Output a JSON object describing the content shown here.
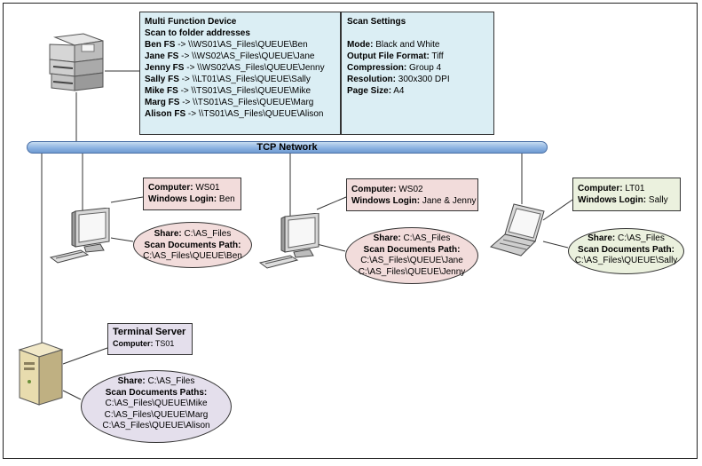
{
  "mfd": {
    "title": "Multi Function Device",
    "subtitle": "Scan to folder addresses",
    "addresses": [
      {
        "label": "Ben FS",
        "path": " -> \\\\WS01\\AS_Files\\QUEUE\\Ben"
      },
      {
        "label": "Jane FS",
        "path": " -> \\\\WS02\\AS_Files\\QUEUE\\Jane"
      },
      {
        "label": "Jenny FS",
        "path": " -> \\\\WS02\\AS_Files\\QUEUE\\Jenny"
      },
      {
        "label": "Sally FS",
        "path": " -> \\\\LT01\\AS_Files\\QUEUE\\Sally"
      },
      {
        "label": "Mike FS",
        "path": " -> \\\\TS01\\AS_Files\\QUEUE\\Mike"
      },
      {
        "label": "Marg FS",
        "path": " -> \\\\TS01\\AS_Files\\QUEUE\\Marg"
      },
      {
        "label": "Alison FS",
        "path": " -> \\\\TS01\\AS_Files\\QUEUE\\Alison"
      }
    ]
  },
  "scan_settings": {
    "title": "Scan Settings",
    "items": [
      {
        "label": "Mode:",
        "value": " Black and White"
      },
      {
        "label": "Output File Format:",
        "value": " Tiff"
      },
      {
        "label": "Compression:",
        "value": " Group 4"
      },
      {
        "label": "Resolution:",
        "value": " 300x300 DPI"
      },
      {
        "label": "Page Size:",
        "value": " A4"
      }
    ]
  },
  "network": {
    "label": "TCP Network"
  },
  "ws01": {
    "computer_label": "Computer:",
    "computer": " WS01",
    "login_label": "Windows Login:",
    "login": " Ben",
    "share_label": "Share:",
    "share": " C:\\AS_Files",
    "path_label": "Scan Documents Path:",
    "paths": [
      "C:\\AS_Files\\QUEUE\\Ben"
    ]
  },
  "ws02": {
    "computer_label": "Computer:",
    "computer": " WS02",
    "login_label": "Windows Login:",
    "login": " Jane & Jenny",
    "share_label": "Share:",
    "share": " C:\\AS_Files",
    "path_label": "Scan Documents Path:",
    "paths": [
      "C:\\AS_Files\\QUEUE\\Jane",
      "C:\\AS_Files\\QUEUE\\Jenny"
    ]
  },
  "lt01": {
    "computer_label": "Computer:",
    "computer": " LT01",
    "login_label": "Windows Login:",
    "login": " Sally",
    "share_label": "Share:",
    "share": " C:\\AS_Files",
    "path_label": "Scan Documents Path:",
    "paths": [
      "C:\\AS_Files\\QUEUE\\Sally"
    ]
  },
  "ts01": {
    "title": "Terminal Server",
    "computer_label": "Computer:",
    "computer": " TS01",
    "share_label": "Share:",
    "share": " C:\\AS_Files",
    "path_label": "Scan Documents Paths:",
    "paths": [
      "C:\\AS_Files\\QUEUE\\Mike",
      "C:\\AS_Files\\QUEUE\\Marg",
      "C:\\AS_Files\\QUEUE\\Alison"
    ]
  },
  "colors": {
    "mfd_fill": "#dbeef4",
    "workstation_fill": "#f2dcdb",
    "laptop_fill": "#ebf1de",
    "server_fill": "#e4dfec",
    "network_fill": "#8db3e2"
  }
}
